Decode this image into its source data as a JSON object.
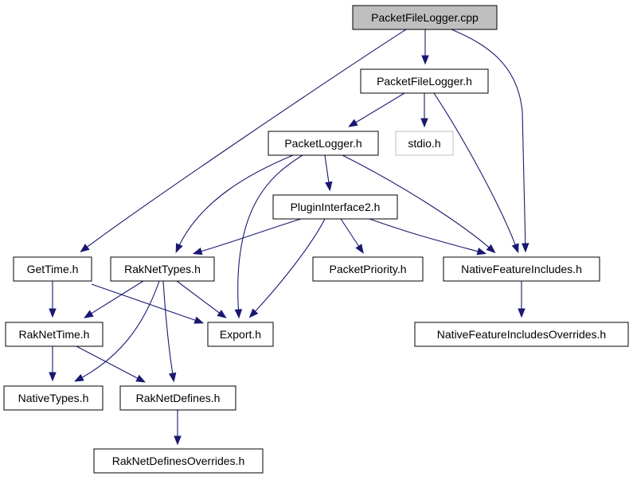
{
  "graph": {
    "edge_color": "#191970",
    "root_fill": "#bfbfbf",
    "external_stroke": "#bfbfbf",
    "nodes": [
      {
        "id": "packetfilelogger_cpp",
        "label": "PacketFileLogger.cpp",
        "kind": "root"
      },
      {
        "id": "packetfilelogger_h",
        "label": "PacketFileLogger.h",
        "kind": "normal"
      },
      {
        "id": "packetlogger_h",
        "label": "PacketLogger.h",
        "kind": "normal"
      },
      {
        "id": "stdio_h",
        "label": "stdio.h",
        "kind": "external"
      },
      {
        "id": "plugininterface2_h",
        "label": "PluginInterface2.h",
        "kind": "normal"
      },
      {
        "id": "gettime_h",
        "label": "GetTime.h",
        "kind": "normal"
      },
      {
        "id": "raknettypes_h",
        "label": "RakNetTypes.h",
        "kind": "normal"
      },
      {
        "id": "packetpriority_h",
        "label": "PacketPriority.h",
        "kind": "normal"
      },
      {
        "id": "nativefeatureincludes_h",
        "label": "NativeFeatureIncludes.h",
        "kind": "normal"
      },
      {
        "id": "raknettime_h",
        "label": "RakNetTime.h",
        "kind": "normal"
      },
      {
        "id": "export_h",
        "label": "Export.h",
        "kind": "normal"
      },
      {
        "id": "nativefeatureincludesoverrides_h",
        "label": "NativeFeatureIncludesOverrides.h",
        "kind": "normal"
      },
      {
        "id": "nativetypes_h",
        "label": "NativeTypes.h",
        "kind": "normal"
      },
      {
        "id": "raknetdefines_h",
        "label": "RakNetDefines.h",
        "kind": "normal"
      },
      {
        "id": "raknetdefinesoverrides_h",
        "label": "RakNetDefinesOverrides.h",
        "kind": "normal"
      }
    ],
    "edges": [
      {
        "from": "packetfilelogger_cpp",
        "to": "packetfilelogger_h"
      },
      {
        "from": "packetfilelogger_cpp",
        "to": "gettime_h"
      },
      {
        "from": "packetfilelogger_cpp",
        "to": "nativefeatureincludes_h"
      },
      {
        "from": "packetfilelogger_h",
        "to": "packetlogger_h"
      },
      {
        "from": "packetfilelogger_h",
        "to": "stdio_h"
      },
      {
        "from": "packetfilelogger_h",
        "to": "nativefeatureincludes_h"
      },
      {
        "from": "packetlogger_h",
        "to": "plugininterface2_h"
      },
      {
        "from": "packetlogger_h",
        "to": "raknettypes_h"
      },
      {
        "from": "packetlogger_h",
        "to": "export_h"
      },
      {
        "from": "packetlogger_h",
        "to": "nativefeatureincludes_h"
      },
      {
        "from": "plugininterface2_h",
        "to": "raknettypes_h"
      },
      {
        "from": "plugininterface2_h",
        "to": "packetpriority_h"
      },
      {
        "from": "plugininterface2_h",
        "to": "export_h"
      },
      {
        "from": "plugininterface2_h",
        "to": "nativefeatureincludes_h"
      },
      {
        "from": "gettime_h",
        "to": "raknettime_h"
      },
      {
        "from": "gettime_h",
        "to": "export_h"
      },
      {
        "from": "raknettypes_h",
        "to": "raknettime_h"
      },
      {
        "from": "raknettypes_h",
        "to": "export_h"
      },
      {
        "from": "raknettypes_h",
        "to": "nativetypes_h"
      },
      {
        "from": "raknettypes_h",
        "to": "raknetdefines_h"
      },
      {
        "from": "nativefeatureincludes_h",
        "to": "nativefeatureincludesoverrides_h"
      },
      {
        "from": "raknettime_h",
        "to": "nativetypes_h"
      },
      {
        "from": "raknettime_h",
        "to": "raknetdefines_h"
      },
      {
        "from": "raknetdefines_h",
        "to": "raknetdefinesoverrides_h"
      }
    ]
  }
}
